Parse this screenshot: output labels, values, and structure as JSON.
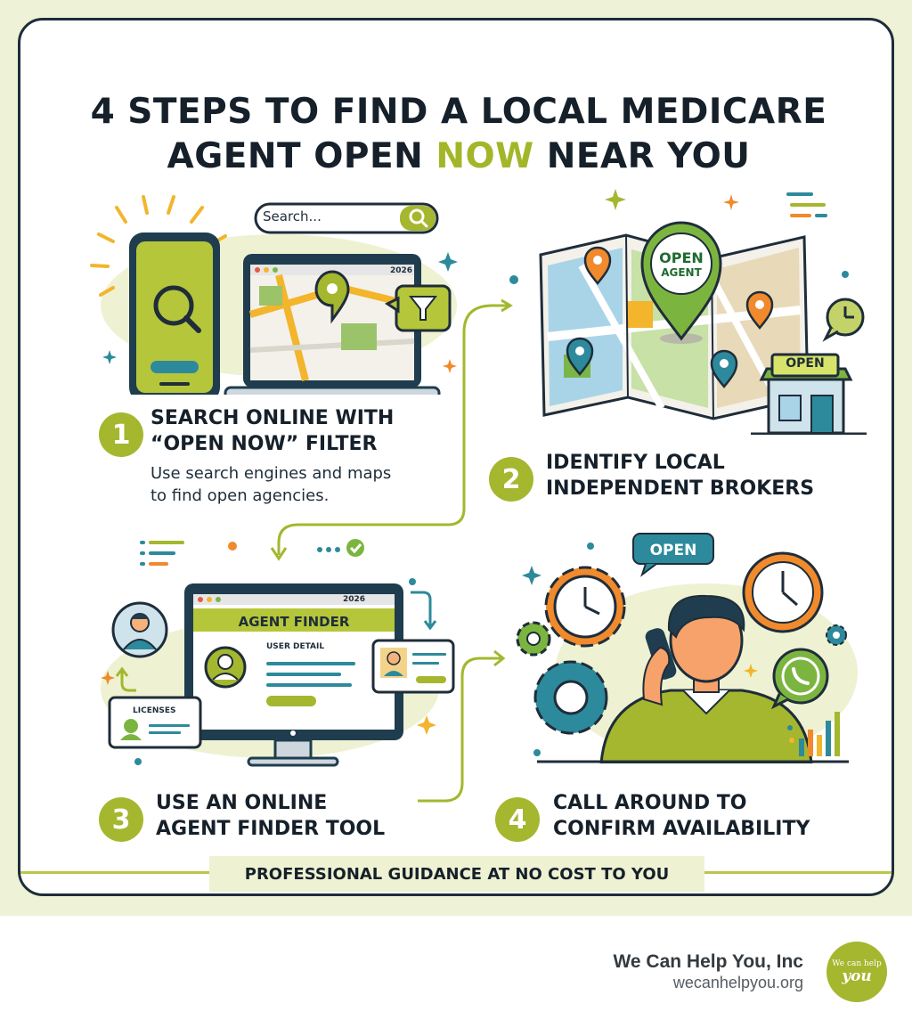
{
  "title": {
    "line1": "4 STEPS TO FIND A LOCAL MEDICARE",
    "line2_before": "AGENT OPEN ",
    "line2_accent": "NOW",
    "line2_after": " NEAR YOU"
  },
  "colors": {
    "accent": "#a4b72e",
    "navy": "#1f2d3a",
    "orange": "#f08a2c",
    "teal": "#2d8a9c",
    "band": "#eef2d6"
  },
  "step1": {
    "number": "1",
    "title_line1": "SEARCH ONLINE WITH",
    "title_line2": "“OPEN NOW” FILTER",
    "desc_line1": "Use search engines and maps",
    "desc_line2": "to find open agencies.",
    "search_placeholder": "Search...",
    "laptop_year": "2026",
    "icons": [
      "smartphone-icon",
      "magnifier-icon",
      "laptop-icon",
      "map-pin-icon",
      "filter-icon",
      "search-icon"
    ]
  },
  "step2": {
    "number": "2",
    "title_line1": "IDENTIFY LOCAL",
    "title_line2": "INDEPENDENT BROKERS",
    "pin_line1": "OPEN",
    "pin_line2": "AGENT",
    "shop_sign": "OPEN",
    "icons": [
      "folded-map-icon",
      "map-pin-icon",
      "clock-icon",
      "storefront-icon"
    ]
  },
  "step3": {
    "number": "3",
    "title_line1": "USE AN ONLINE",
    "title_line2": "AGENT FINDER TOOL",
    "monitor_year": "2026",
    "screen_header": "AGENT FINDER",
    "user_detail": "USER DETAIL",
    "licenses": "LICENSES",
    "icons": [
      "monitor-icon",
      "user-avatar-icon",
      "id-card-icon",
      "check-icon"
    ]
  },
  "step4": {
    "number": "4",
    "title_line1": "CALL AROUND TO",
    "title_line2": "CONFIRM AVAILABILITY",
    "bubble": "OPEN",
    "icons": [
      "person-phone-icon",
      "gear-clock-icon",
      "clock-icon",
      "phone-bubble-icon",
      "bar-chart-icon"
    ]
  },
  "banner": "PROFESSIONAL GUIDANCE AT NO COST TO YOU",
  "brand": {
    "name": "We Can Help You, Inc",
    "url": "wecanhelpyou.org",
    "logo_line1": "We can help",
    "logo_line2": "you"
  }
}
